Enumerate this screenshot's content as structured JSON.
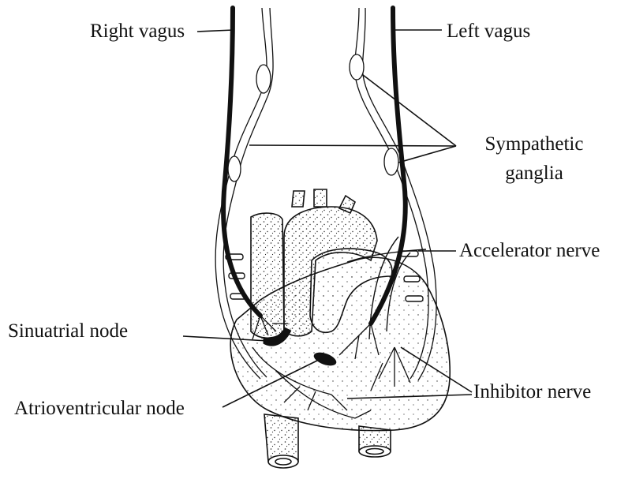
{
  "labels": {
    "right_vagus": "Right vagus",
    "left_vagus": "Left vagus",
    "sympathetic_1": "Sympathetic",
    "sympathetic_2": "ganglia",
    "accelerator": "Accelerator nerve",
    "sinuatrial": "Sinuatrial node",
    "atrioventricular": "Atrioventricular node",
    "inhibitor": "Inhibitor nerve"
  },
  "colors": {
    "ink": "#111111",
    "paper": "#ffffff"
  }
}
